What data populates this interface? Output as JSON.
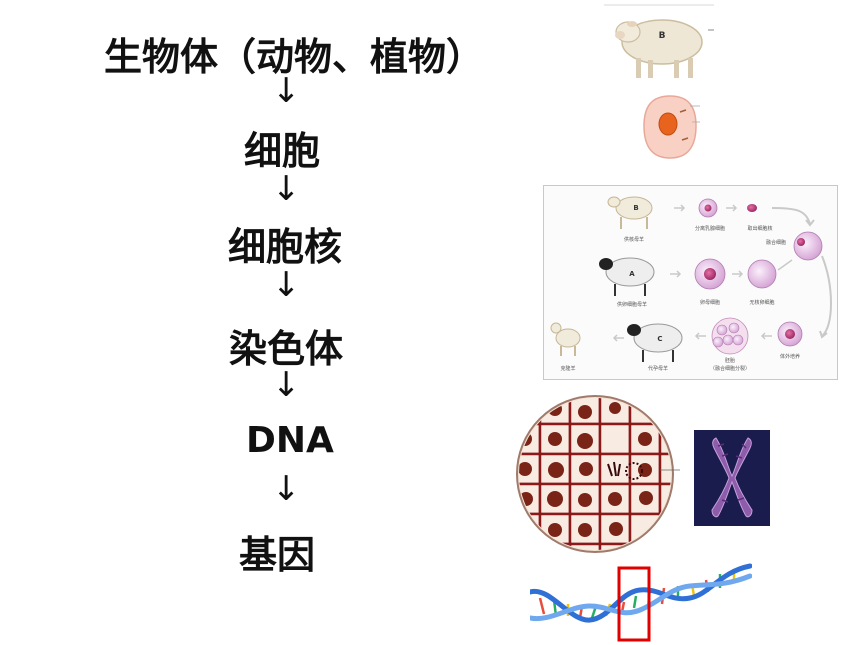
{
  "levels": [
    {
      "text": "生物体（动物、植物）"
    },
    {
      "text": "细胞"
    },
    {
      "text": "细胞核"
    },
    {
      "text": "染色体"
    },
    {
      "text": "DNA"
    },
    {
      "text": "基因"
    }
  ],
  "arrow_glyph": "↓",
  "figures": {
    "sheep_label": "B",
    "cloning": {
      "sheep_b": "B",
      "sheep_a": "A",
      "sheep_c": "C",
      "captions": {
        "b_donor": "供核母羊",
        "sep_cell": "分离乳腺细胞",
        "take_nucleus": "取出细胞核",
        "a_donor": "供卵细胞母羊",
        "egg": "卵母细胞",
        "no_nucleus": "无核卵细胞",
        "fused": "融合细胞",
        "cloned": "克隆羊",
        "surrogate": "代孕母羊",
        "embryo": "胚胎",
        "embryo_note": "（融合细胞分裂）",
        "culture": "体外培养"
      }
    }
  },
  "colors": {
    "text": "#111111",
    "highlight_box": "#e00000",
    "arrow_gray": "#c9c9c9"
  }
}
